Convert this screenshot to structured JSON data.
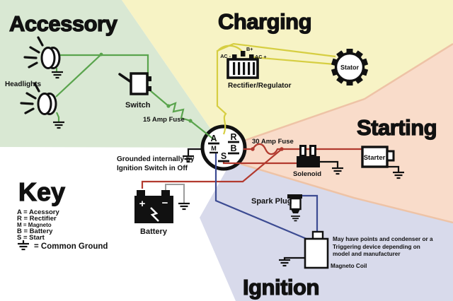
{
  "sections": {
    "accessory": {
      "title": "Accessory",
      "headlights_label": "Headlights",
      "switch_label": "Switch",
      "fuse_label": "15 Amp Fuse"
    },
    "charging": {
      "title": "Charging",
      "ac_minus": "AC -",
      "b_plus": "B+",
      "ac_plus": "AC +",
      "rectifier_label": "Rectifier/Regulator",
      "stator_label": "Stator"
    },
    "starting": {
      "title": "Starting",
      "fuse_label": "30 Amp Fuse",
      "solenoid_label": "Solenoid",
      "starter_label": "Starter"
    },
    "ignition": {
      "title": "Ignition",
      "spark_plug_label": "Spark Plug",
      "coil_note_1": "May have points and condenser or a",
      "coil_note_2": "Triggering device depending on",
      "coil_note_3": "model and manufacturer",
      "magneto_coil_label": "Magneto Coil"
    }
  },
  "battery": {
    "label": "Battery",
    "positive": "+",
    "negative": "−"
  },
  "ignition_switch": {
    "terminal_a": "A",
    "terminal_r": "R",
    "terminal_m": "M",
    "terminal_b": "B",
    "terminal_s": "S",
    "note_1": "Grounded internally by",
    "note_2": "Ignition Switch  in Off"
  },
  "key": {
    "title": "Key",
    "items": [
      "A = Acessory",
      "R = Rectifier",
      "M = Magneto",
      "B = Battery",
      "S = Start"
    ],
    "common_ground": "= Common Ground"
  },
  "colors": {
    "accessory_bg": "#d9e8d3",
    "charging_bg": "#f7f3c5",
    "starting_bg": "#f9dcca",
    "starting_edge": "#eec3a6",
    "ignition_bg": "#d8daeb",
    "key_bg": "#ffffff",
    "wire_accessory": "#5aa44d",
    "wire_charging": "#d6ce42",
    "wire_starting": "#b23a2f",
    "wire_ignition": "#3c4b92",
    "wire_battery_negative": "#9c9c9c",
    "ground_black": "#111111",
    "text": "#111111"
  }
}
